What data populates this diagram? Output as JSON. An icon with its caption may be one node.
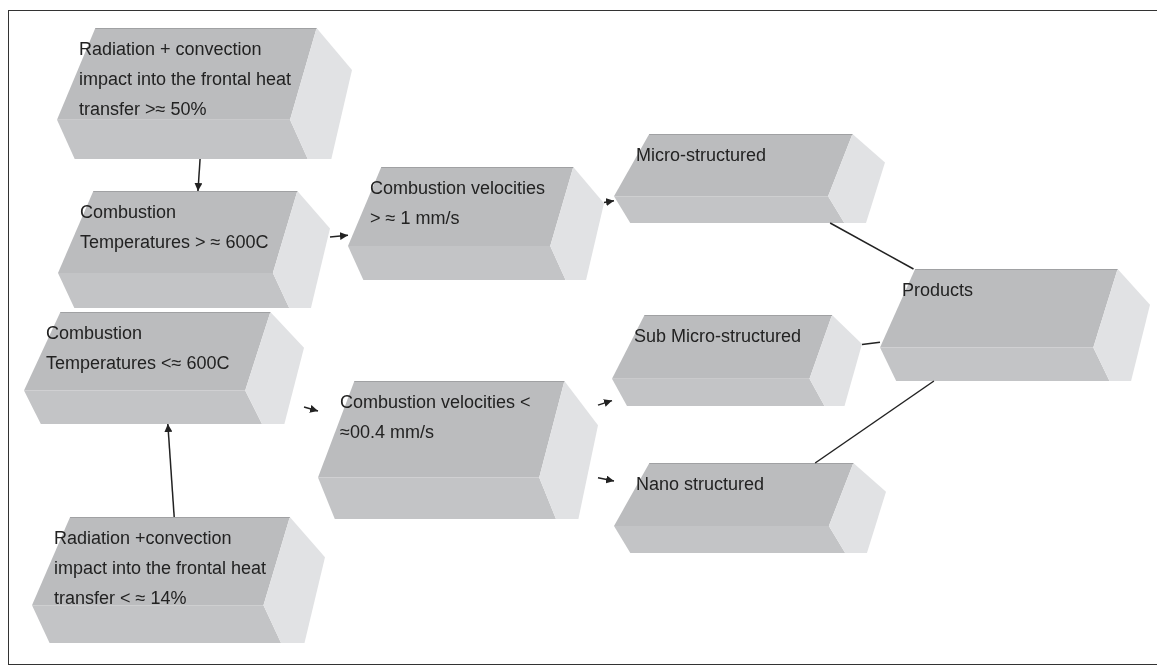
{
  "diagram": {
    "nodes": [
      {
        "text": [
          "Radiation + convection impact into the frontal heat transfer >≈ 50%"
        ]
      },
      {
        "text": [
          "Combustion Temperatures > ≈ 600C"
        ]
      },
      {
        "text": [
          "Combustion velocities > ≈ 1 mm/s"
        ]
      },
      {
        "text": [
          "Micro-structured"
        ]
      },
      {
        "text": [
          "Combustion Temperatures <≈ 600C"
        ]
      },
      {
        "text": [
          "Combustion velocities < ≈00.4 mm/s"
        ]
      },
      {
        "text": [
          "Sub Micro-structured"
        ]
      },
      {
        "text": [
          "Nano structured"
        ]
      },
      {
        "text": [
          "Products"
        ]
      },
      {
        "text": [
          "Radiation +convection impact into the frontal heat transfer < ≈ 14%"
        ]
      }
    ],
    "edges": [
      {
        "from": 0,
        "to": 1,
        "arrow": "to"
      },
      {
        "from": 1,
        "to": 2,
        "arrow": "to"
      },
      {
        "from": 2,
        "to": 3,
        "arrow": "to"
      },
      {
        "from": 9,
        "to": 4,
        "arrow": "to"
      },
      {
        "from": 4,
        "to": 5,
        "arrow": "to"
      },
      {
        "from": 5,
        "to": 6,
        "arrow": "to"
      },
      {
        "from": 5,
        "to": 7,
        "arrow": "to"
      },
      {
        "from": 3,
        "to": 8,
        "arrow": "none"
      },
      {
        "from": 6,
        "to": 8,
        "arrow": "none"
      },
      {
        "from": 7,
        "to": 8,
        "arrow": "none"
      }
    ]
  }
}
